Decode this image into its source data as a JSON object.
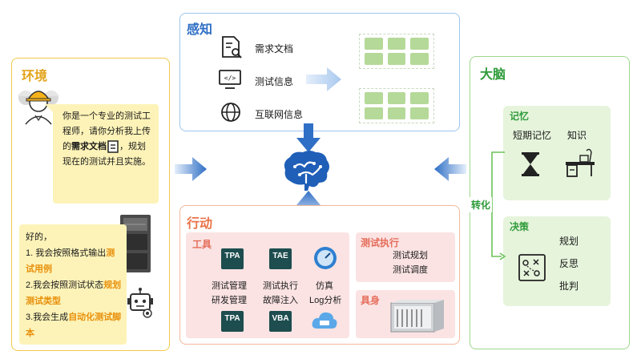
{
  "environment": {
    "title": "环境",
    "bubble1": {
      "text_before": "你是一个专业的测试工程师，请你分析我上传的",
      "bold": "需求文档",
      "text_after": "，规划现在的测试并且实施。"
    },
    "bubble2": {
      "intro": "好的，",
      "item1_prefix": "1. 我会按照格式输出",
      "item1_highlight": "测试用例",
      "item2_prefix": "2.我会按照测试状态",
      "item2_highlight": "规划测试类型",
      "item3_prefix": "3.我会生成",
      "item3_highlight": "自动化测试脚本"
    }
  },
  "perception": {
    "title": "感知",
    "items": [
      "需求文档",
      "测试信息",
      "互联网信息"
    ]
  },
  "action": {
    "title": "行动",
    "tools": {
      "title": "工具",
      "labels": [
        "测试管理",
        "测试执行",
        "仿真",
        "研发管理",
        "故障注入",
        "Log分析"
      ],
      "badges": [
        "TPA",
        "TAE",
        "TPA",
        "VBA"
      ]
    },
    "execution": {
      "title": "测试执行",
      "items": [
        "测试规划",
        "测试调度"
      ]
    },
    "embodied": {
      "title": "具身"
    }
  },
  "brain": {
    "title": "大脑",
    "transform": "转化",
    "memory": {
      "title": "记忆",
      "items": [
        "短期记忆",
        "知识"
      ]
    },
    "decision": {
      "title": "决策",
      "items": [
        "规划",
        "反思",
        "批判"
      ]
    }
  },
  "colors": {
    "env": "#f2c94c",
    "perception": "#9ec5ee",
    "action": "#f4b79a",
    "brain": "#9ed88c",
    "highlight": "#e8900c",
    "brain_icon": "#1f5fb8"
  }
}
